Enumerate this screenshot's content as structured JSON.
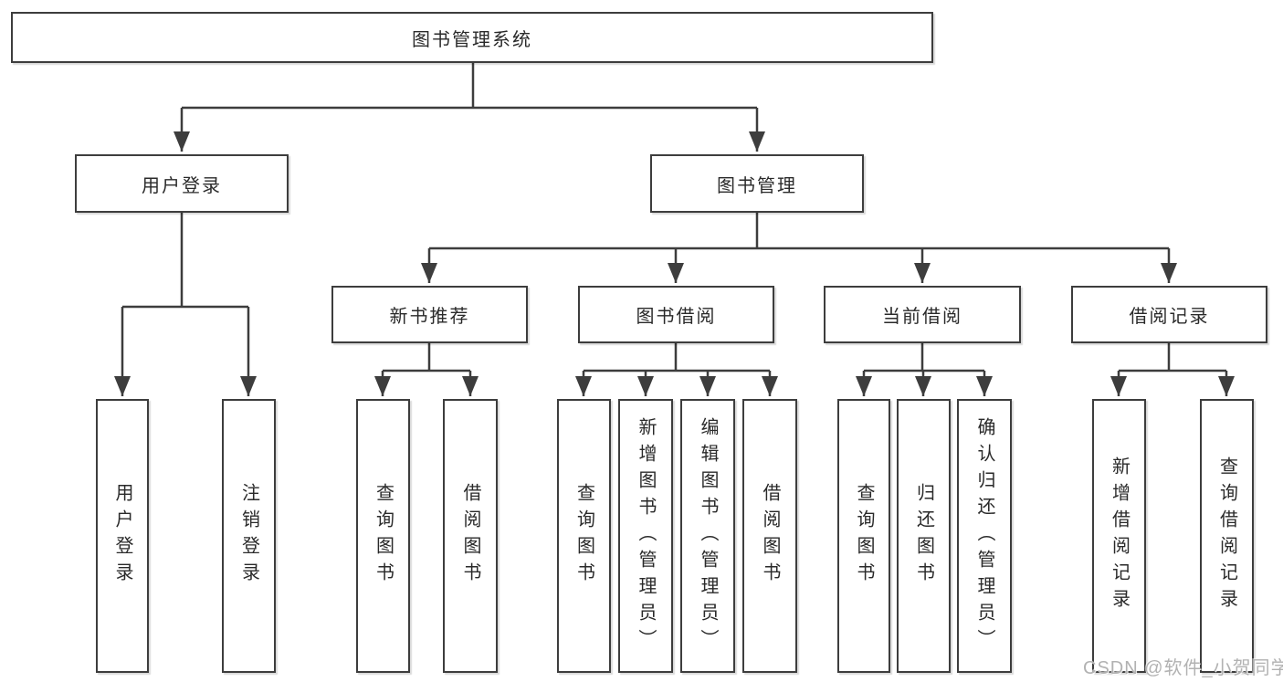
{
  "colors": {
    "line": "#3d3d3d",
    "box_border": "#3d3d3d",
    "text": "#2a2a2a",
    "background": "#ffffff",
    "watermark": "#b2b2b2"
  },
  "diagram": {
    "title": "图书管理系统",
    "branches": [
      {
        "label": "用户登录",
        "children": [
          {
            "label": "用户登录"
          },
          {
            "label": "注销登录"
          }
        ]
      },
      {
        "label": "图书管理",
        "children": [
          {
            "label": "新书推荐",
            "children": [
              {
                "label": "查询图书"
              },
              {
                "label": "借阅图书"
              }
            ]
          },
          {
            "label": "图书借阅",
            "children": [
              {
                "label": "查询图书"
              },
              {
                "label": "新增图书（管理员）"
              },
              {
                "label": "编辑图书（管理员）"
              },
              {
                "label": "借阅图书"
              }
            ]
          },
          {
            "label": "当前借阅",
            "children": [
              {
                "label": "查询图书"
              },
              {
                "label": "归还图书"
              },
              {
                "label": "确认归还（管理员）"
              }
            ]
          },
          {
            "label": "借阅记录",
            "children": [
              {
                "label": "新增借阅记录"
              },
              {
                "label": "查询借阅记录"
              }
            ]
          }
        ]
      }
    ]
  },
  "watermark": {
    "text": "CSDN @软件_小贺同学"
  }
}
